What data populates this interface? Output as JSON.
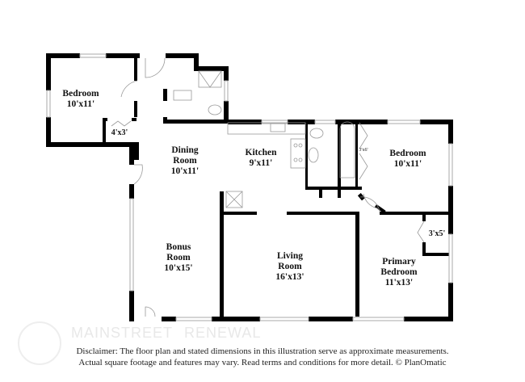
{
  "rooms": [
    {
      "name": "Bedroom",
      "size": "10'x11'"
    },
    {
      "name": "",
      "size": "4'x3'"
    },
    {
      "name": "Dining Room",
      "size": "10'x11'"
    },
    {
      "name": "Kitchen",
      "size": "9'x11'"
    },
    {
      "name": "",
      "size": "3'x6'"
    },
    {
      "name": "Bedroom",
      "size": "10'x11'"
    },
    {
      "name": "Bonus Room",
      "size": "10'x15'"
    },
    {
      "name": "Living Room",
      "size": "16'x13'"
    },
    {
      "name": "",
      "size": "3'x5'"
    },
    {
      "name": "Primary Bedroom",
      "size": "11'x13'"
    }
  ],
  "watermark": {
    "line1": "MAINSTREET",
    "line2": "RENEWAL"
  },
  "disclaimer": {
    "line1": "Disclaimer: The floor plan and stated dimensions in this illustration serve as approximate measurements.",
    "line2": "Actual square footage and features may vary. Read terms and conditions for more detail. © PlanOmatic"
  },
  "colors": {
    "wall": "#000000",
    "window": "#cccccc",
    "watermark": "#e8e8e8"
  }
}
